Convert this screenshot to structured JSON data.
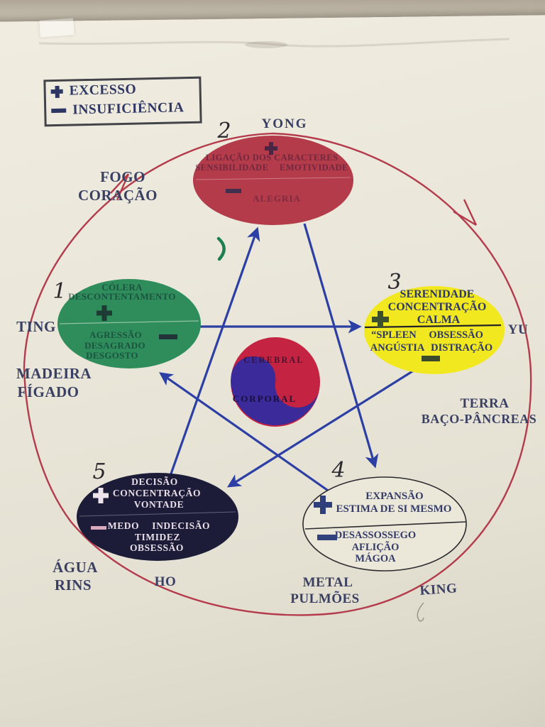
{
  "legend": {
    "excess": "EXCESSO",
    "insufficiency": "INSUFICIÊNCIA"
  },
  "center": {
    "top": "CEREBRAL",
    "bottom": "CORPORAL"
  },
  "nodes": {
    "fire": {
      "number": "2",
      "cycle_name": "YONG",
      "element": [
        "FOGO",
        "CORAÇÃO"
      ],
      "excess": [
        "LIGAÇÃO DOS CARACTERES",
        "SENSIBILIDADE EMOTIVIDADE"
      ],
      "deficiency": [
        "ALEGRIA"
      ],
      "fill": "#b43b49"
    },
    "wood": {
      "number": "1",
      "cycle_name": "TING",
      "element": [
        "MADEIRA",
        "FÍGADO"
      ],
      "excess": [
        "CÓLERA",
        "DESCONTENTAMENTO"
      ],
      "deficiency": [
        "AGRESSÃO",
        "DESAGRADO",
        "DESGOSTO"
      ],
      "fill": "#2f8d5b"
    },
    "earth": {
      "number": "3",
      "cycle_name": "YU",
      "element": [
        "TERRA",
        "BAÇO-PÂNCREAS"
      ],
      "excess": [
        "SERENIDADE",
        "CONCENTRAÇÃO",
        "CALMA"
      ],
      "deficiency": [
        "“SPLEEN OBSESSÃO",
        "ANGÚSTIA DISTRAÇÃO"
      ],
      "fill": "#f2e81f"
    },
    "metal": {
      "number": "4",
      "cycle_name": "KING",
      "element": [
        "METAL",
        "PULMÕES"
      ],
      "excess": [
        "EXPANSÃO",
        "ESTIMA DE SI MESMO"
      ],
      "deficiency": [
        "DESASSOSSEGO",
        "AFLIÇÃO",
        "MÁGOA"
      ],
      "fill": "#ebe8da"
    },
    "water": {
      "number": "5",
      "cycle_name": "HO",
      "element": [
        "ÁGUA",
        "RINS"
      ],
      "excess": [
        "DECISÃO",
        "CONCENTRAÇÃO",
        "VONTADE"
      ],
      "deficiency": [
        "MEDO INDECISÃO",
        "TIMIDEZ",
        "OBSESSÃO"
      ],
      "fill": "#1c1c39"
    }
  },
  "colors": {
    "cycle_circle": "#b43b4b",
    "star_arrow": "#2c3fa5",
    "yang_red": "#c42342",
    "yin_purple": "#3b2a99",
    "paper": "#e9e5d8",
    "label_ink": "#3a4063"
  }
}
